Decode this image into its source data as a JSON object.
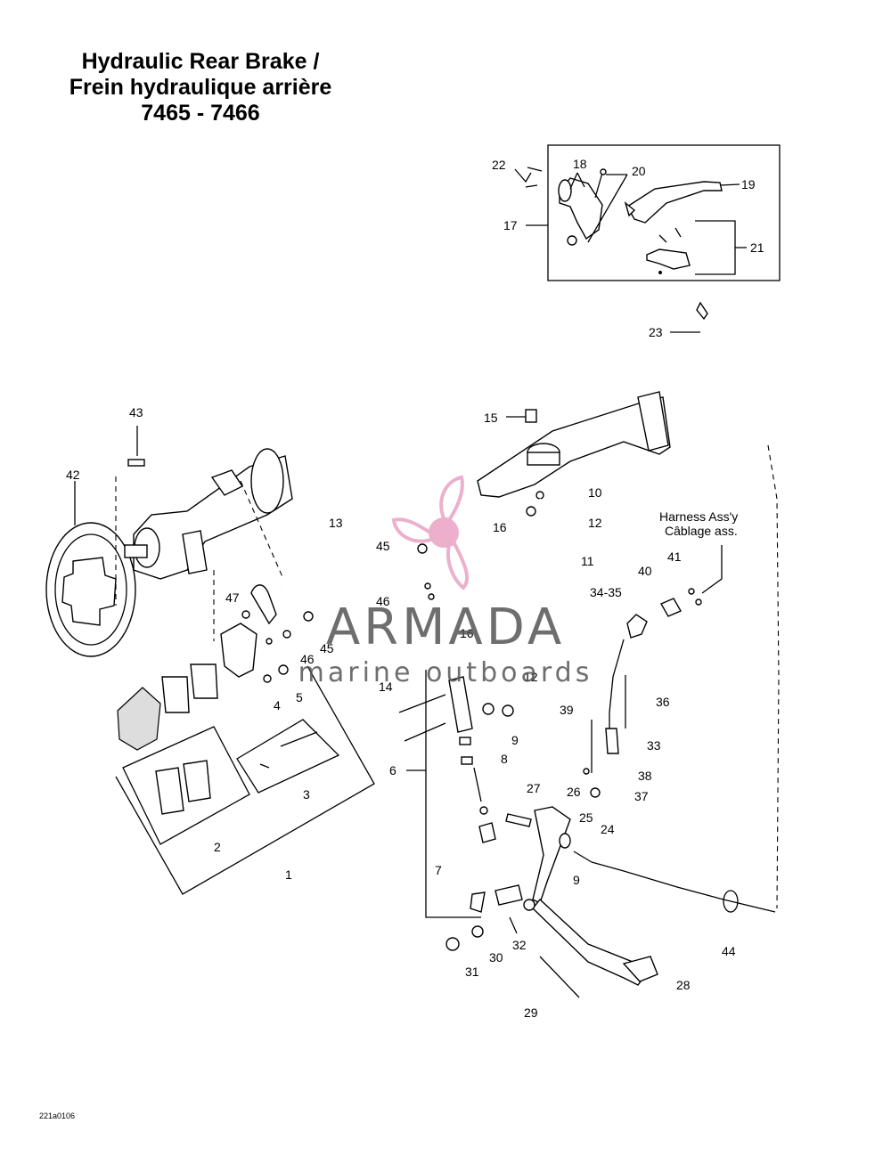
{
  "title": {
    "line1": "Hydraulic Rear Brake /",
    "line2": "Frein hydraulique arrière",
    "line3": "7465 - 7466"
  },
  "callouts": {
    "c1": "1",
    "c2": "2",
    "c3": "3",
    "c4": "4",
    "c5": "5",
    "c6": "6",
    "c7": "7",
    "c8": "8",
    "c9a": "9",
    "c9b": "9",
    "c10": "10",
    "c11": "11",
    "c12a": "12",
    "c12b": "12",
    "c13": "13",
    "c14": "14",
    "c15": "15",
    "c16a": "16",
    "c16b": "16",
    "c17": "17",
    "c18": "18",
    "c19": "19",
    "c20": "20",
    "c21": "21",
    "c22": "22",
    "c23": "23",
    "c24": "24",
    "c25": "25",
    "c26": "26",
    "c27": "27",
    "c28": "28",
    "c29": "29",
    "c30": "30",
    "c31": "31",
    "c32": "32",
    "c33": "33",
    "c3435": "34-35",
    "c36": "36",
    "c37": "37",
    "c38": "38",
    "c39": "39",
    "c40": "40",
    "c41": "41",
    "c42": "42",
    "c43": "43",
    "c44": "44",
    "c45a": "45",
    "c45b": "45",
    "c46a": "46",
    "c46b": "46",
    "c47": "47"
  },
  "harness_label": {
    "en": "Harness Ass'y",
    "fr": "Câblage ass."
  },
  "watermark": {
    "brand": "ARMADA",
    "tagline": "marine outboards",
    "color_icon": "#e9a3c4",
    "color_text": "#555555"
  },
  "doc_code": "221a0106"
}
